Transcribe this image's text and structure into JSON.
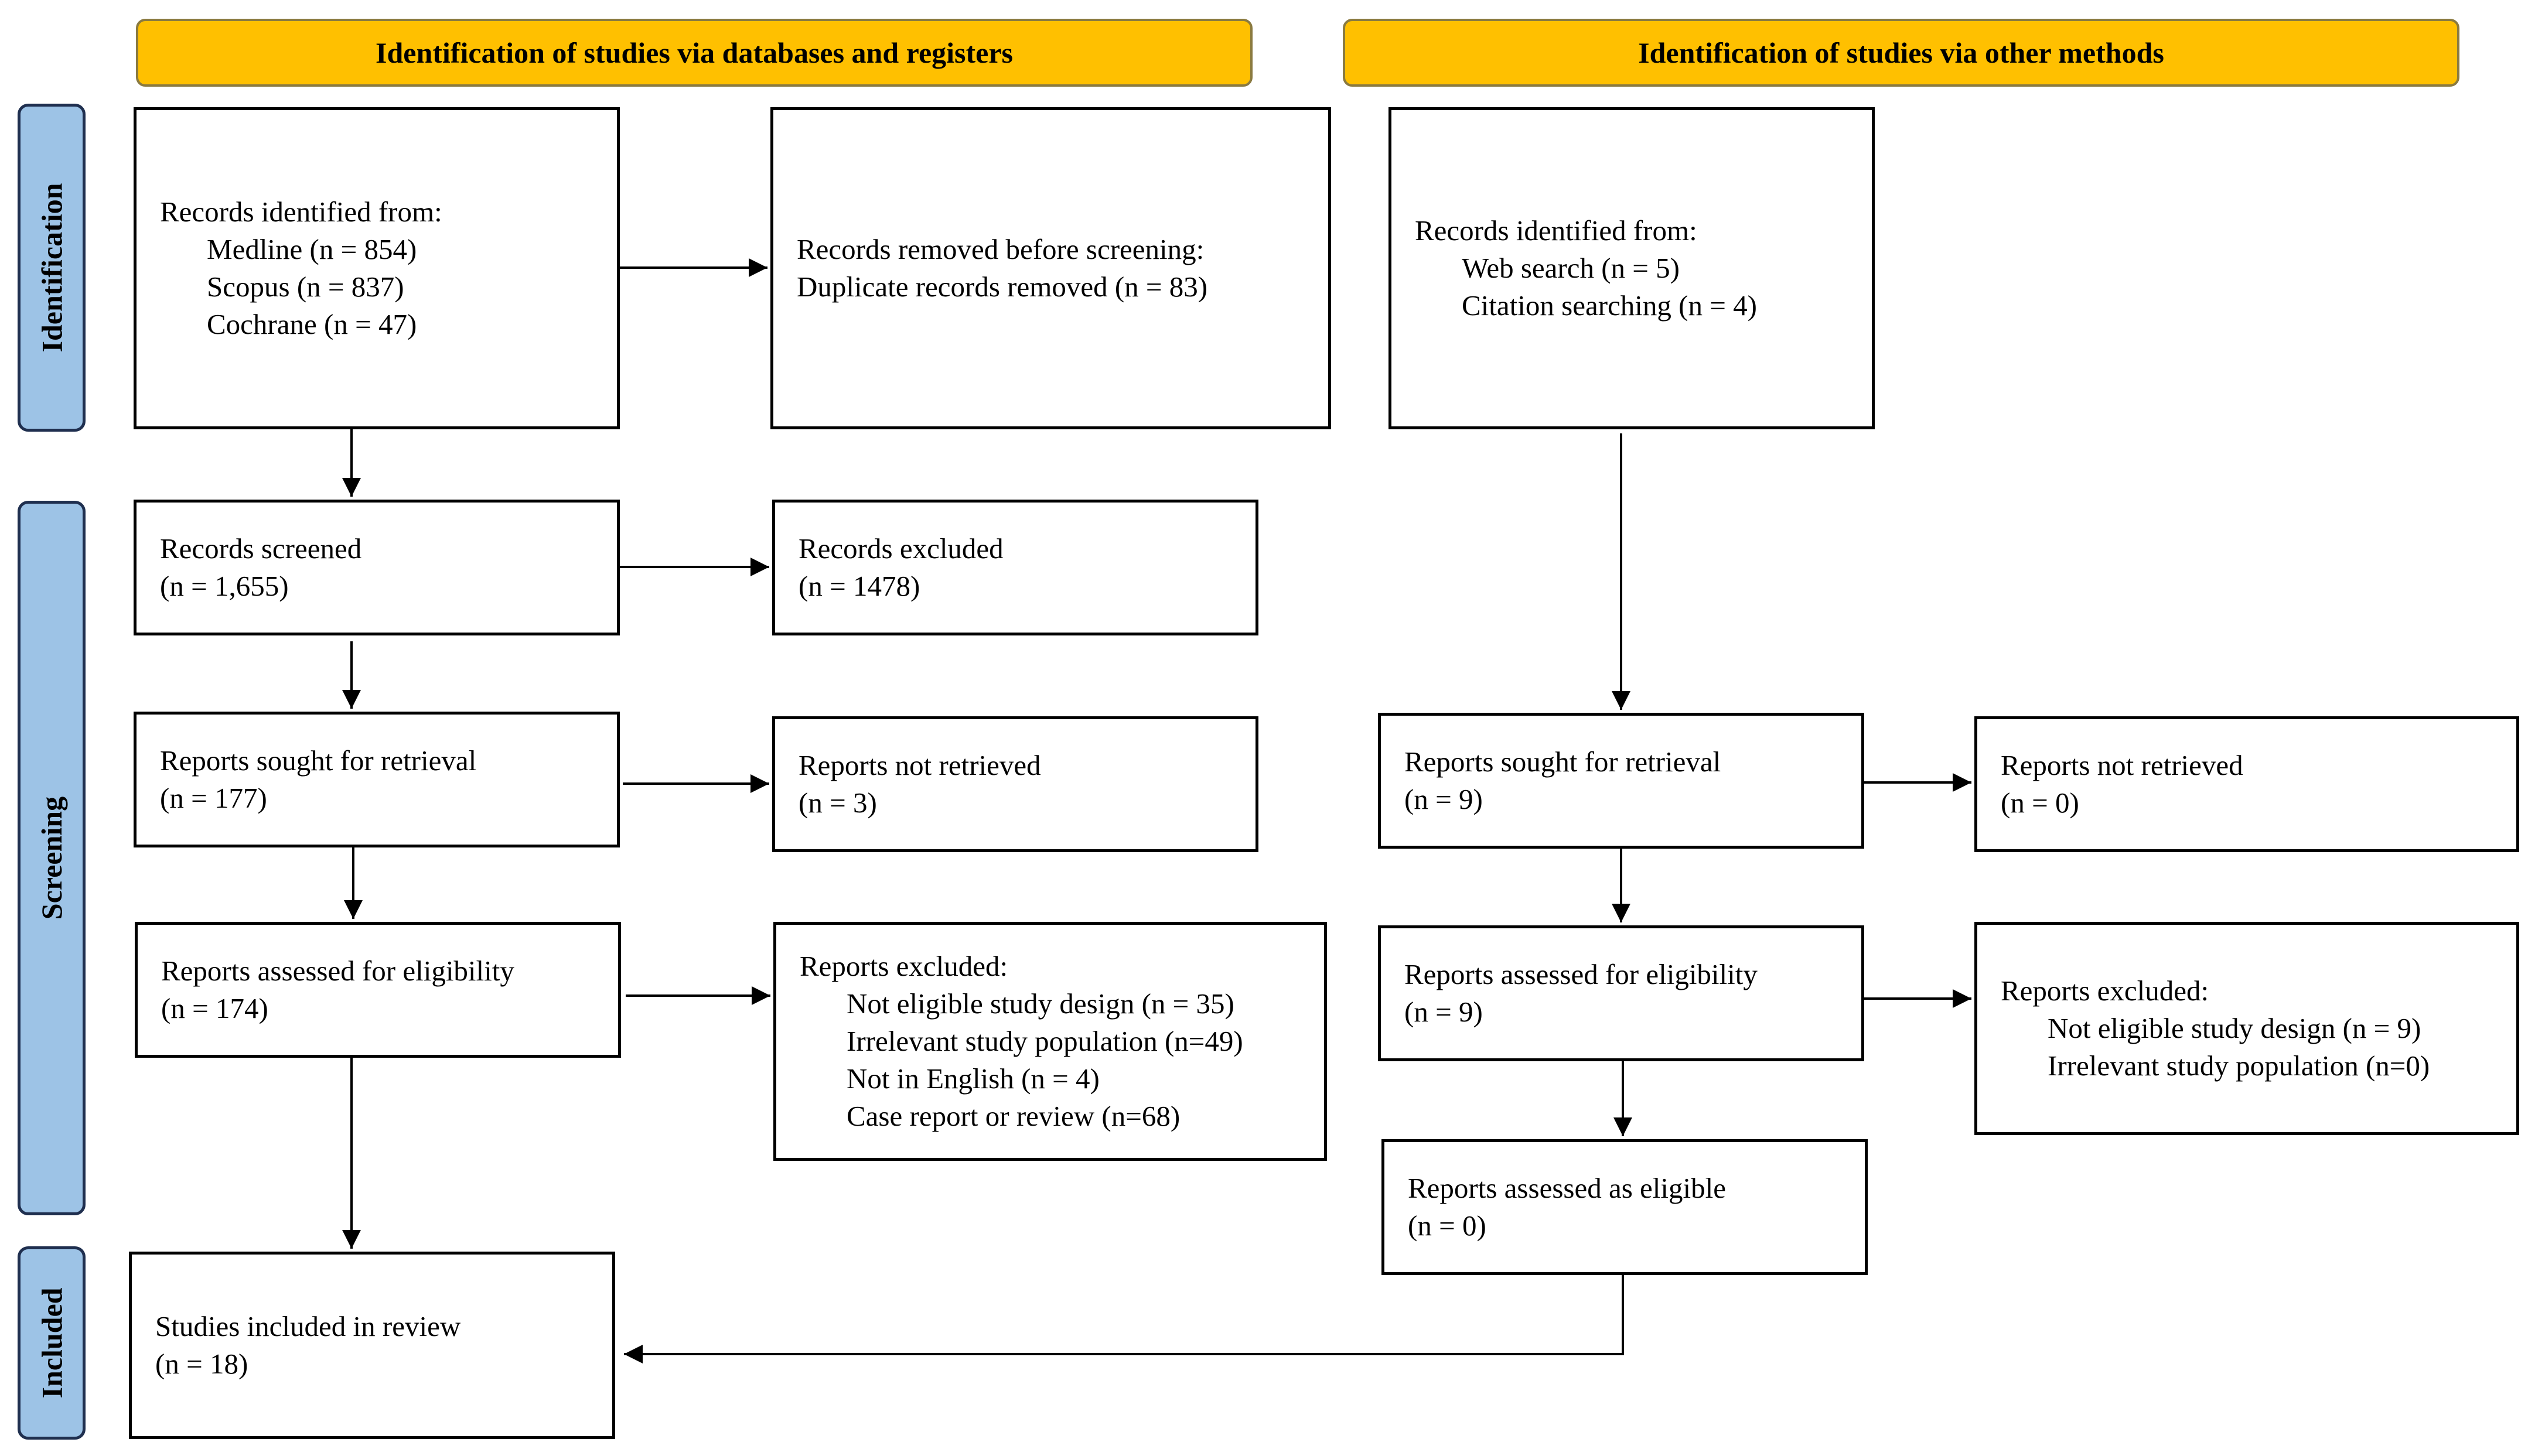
{
  "headers": {
    "databases": "Identification of studies via databases and registers",
    "other": "Identification of studies via other methods"
  },
  "phases": {
    "identification": "Identification",
    "screening": "Screening",
    "included": "Included"
  },
  "left": {
    "records_identified": {
      "title": "Records identified from:",
      "items": [
        "Medline (n = 854)",
        "Scopus (n = 837)",
        "Cochrane (n = 47)"
      ]
    },
    "records_removed": {
      "title": "Records removed before screening:",
      "line2": "Duplicate records removed (n = 83)"
    },
    "records_screened": {
      "title": "Records screened",
      "count": "(n = 1,655)"
    },
    "records_excluded": {
      "title": "Records excluded",
      "count": "(n = 1478)"
    },
    "reports_sought": {
      "title": "Reports sought for retrieval",
      "count": "(n = 177)"
    },
    "reports_not_retrieved": {
      "title": "Reports not retrieved",
      "count": "(n = 3)"
    },
    "reports_assessed": {
      "title": "Reports assessed for eligibility",
      "count": "(n = 174)"
    },
    "reports_excluded": {
      "title": "Reports excluded:",
      "items": [
        "Not eligible study design (n = 35)",
        "Irrelevant study population (n=49)",
        "Not in English (n = 4)",
        "Case report or review (n=68)"
      ]
    },
    "studies_included": {
      "title": "Studies included in review",
      "count": "(n = 18)"
    }
  },
  "right": {
    "records_identified": {
      "title": "Records identified from:",
      "items": [
        "Web search (n = 5)",
        "Citation searching (n = 4)"
      ]
    },
    "reports_sought": {
      "title": "Reports sought for retrieval",
      "count": "(n = 9)"
    },
    "reports_not_retrieved": {
      "title": "Reports not retrieved",
      "count": "(n = 0)"
    },
    "reports_assessed": {
      "title": "Reports assessed for eligibility",
      "count": "(n = 9)"
    },
    "reports_excluded": {
      "title": "Reports excluded:",
      "items": [
        "Not eligible study design (n = 9)",
        "Irrelevant study population (n=0)"
      ]
    },
    "reports_eligible": {
      "title": "Reports assessed as eligible",
      "count": "(n = 0)"
    }
  },
  "colors": {
    "header_fill": "#FFC000",
    "phase_fill": "#9DC3E6",
    "phase_border": "#1f2f4f",
    "line": "#000000"
  }
}
